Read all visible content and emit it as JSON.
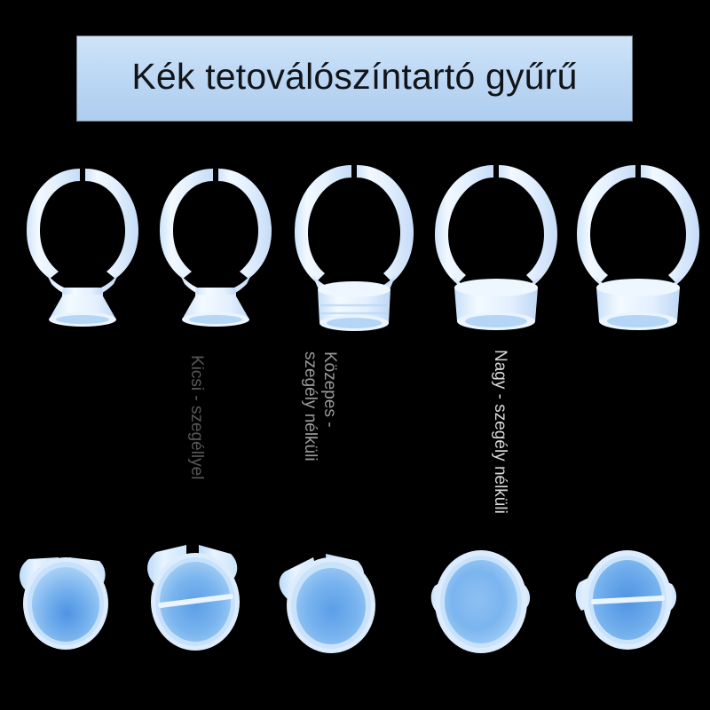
{
  "banner": {
    "title": "Kék tetoválószíntartó gyűrű",
    "background_top": "#cfe3f8",
    "background_bottom": "#aecdf0",
    "text_color": "#111418",
    "border_color": "#6f7c88"
  },
  "page": {
    "background": "#000000"
  },
  "captions": [
    {
      "id": "small",
      "lines": [
        "Kicsi - szegéllyel"
      ],
      "color": "#58585a"
    },
    {
      "id": "medium",
      "lines": [
        "Közepes -",
        "szegély nélküli"
      ],
      "color": "#9a9a9c"
    },
    {
      "id": "large",
      "lines": [
        "Nagy - szegély nélküli"
      ],
      "color": "#d8d8da"
    }
  ],
  "products": {
    "material_color_light": "#e8f3fe",
    "material_color_mid": "#cfe6fb",
    "ink_color": "#7fb6ee",
    "ink_color_deep": "#4e93e4",
    "side_view_rings": [
      {
        "id": "ring-side-1",
        "size": "Kicsi",
        "cup": "conical-with-rim"
      },
      {
        "id": "ring-side-2",
        "size": "Kicsi",
        "cup": "conical-with-rim"
      },
      {
        "id": "ring-side-3",
        "size": "Közepes",
        "cup": "cylindrical-ribbed"
      },
      {
        "id": "ring-side-4",
        "size": "Nagy",
        "cup": "cylindrical-wide"
      },
      {
        "id": "ring-side-5",
        "size": "Nagy",
        "cup": "cylindrical-wide"
      }
    ],
    "top_view_rings": [
      {
        "id": "ring-top-1",
        "divider": false
      },
      {
        "id": "ring-top-2",
        "divider": true
      },
      {
        "id": "ring-top-3",
        "divider": false
      },
      {
        "id": "ring-top-4",
        "divider": false
      },
      {
        "id": "ring-top-5",
        "divider": true
      }
    ]
  }
}
